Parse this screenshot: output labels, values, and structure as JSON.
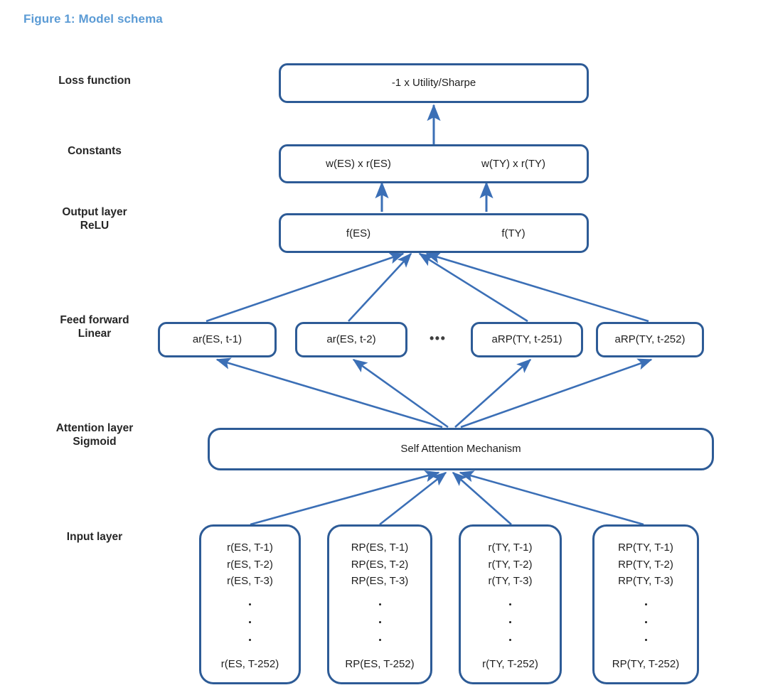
{
  "figure": {
    "title": "Figure 1: Model schema",
    "title_color": "#5b9bd5",
    "box_border_color": "#2d5b96",
    "arrow_color": "#3b6fb6",
    "background": "#ffffff"
  },
  "row_labels": {
    "loss_function": "Loss function",
    "constants": "Constants",
    "output_layer": "Output layer\nReLU",
    "feed_forward": "Feed forward\nLinear",
    "attention_layer": "Attention layer\nSigmoid",
    "input_layer": "Input layer"
  },
  "nodes": {
    "loss": "-1 x Utility/Sharpe",
    "constants": {
      "left": "w(ES) x r(ES)",
      "right": "w(TY) x r(TY)"
    },
    "output": {
      "left": "f(ES)",
      "right": "f(TY)"
    },
    "feed_forward": [
      "ar(ES, t-1)",
      "ar(ES, t-2)",
      "aRP(TY, t-251)",
      "aRP(TY, t-252)"
    ],
    "feed_forward_ellipsis": "•••",
    "attention": "Self Attention Mechanism",
    "inputs": [
      {
        "lines": [
          "r(ES, T-1)",
          "r(ES, T-2)",
          "r(ES, T-3)"
        ],
        "last": "r(ES, T-252)"
      },
      {
        "lines": [
          "RP(ES, T-1)",
          "RP(ES, T-2)",
          "RP(ES, T-3)"
        ],
        "last": "RP(ES, T-252)"
      },
      {
        "lines": [
          "r(TY, T-1)",
          "r(TY, T-2)",
          "r(TY, T-3)"
        ],
        "last": "r(TY, T-252)"
      },
      {
        "lines": [
          "RP(TY, T-1)",
          "RP(TY, T-2)",
          "RP(TY, T-3)"
        ],
        "last": "RP(TY, T-252)"
      }
    ]
  }
}
